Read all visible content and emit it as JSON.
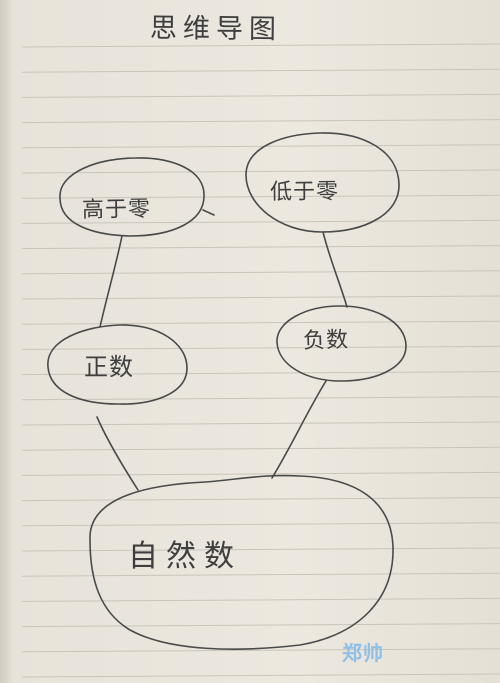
{
  "title": "思维导图",
  "nodes": {
    "high_temp": "高于零",
    "low_temp": "低于零",
    "positive": "正数",
    "negative": "负数",
    "natural": "自然数"
  },
  "watermark": "郑帅",
  "colors": {
    "paper": "#ece8df",
    "ruling": "#c9c5bb",
    "ink": "#4a4a4a",
    "watermark": "#8fc0e8"
  }
}
